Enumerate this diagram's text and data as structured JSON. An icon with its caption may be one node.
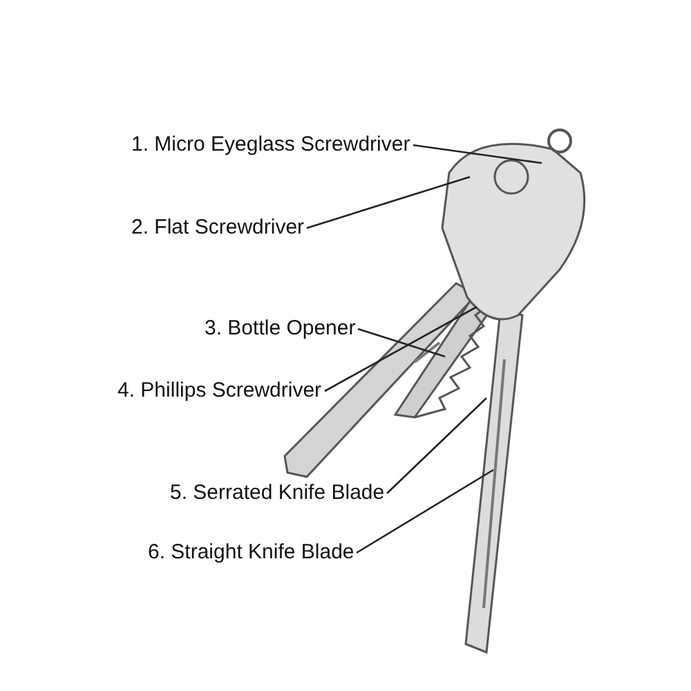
{
  "diagram": {
    "nodes": [
      {
        "text": [
          "1. Micro Eyeglass Screwdriver"
        ]
      },
      {
        "text": [
          "2. Flat Screwdriver"
        ]
      },
      {
        "text": [
          "3. Bottle Opener"
        ]
      },
      {
        "text": [
          "4. Phillips Screwdriver"
        ]
      },
      {
        "text": [
          "5. Serrated Knife Blade"
        ]
      },
      {
        "text": [
          "6. Straight Knife Blade"
        ]
      }
    ],
    "edges": [
      {
        "from": 0,
        "to": null,
        "arrow": "none"
      },
      {
        "from": 1,
        "to": null,
        "arrow": "none"
      },
      {
        "from": 2,
        "to": null,
        "arrow": "none"
      },
      {
        "from": 3,
        "to": null,
        "arrow": "none"
      },
      {
        "from": 4,
        "to": null,
        "arrow": "none"
      },
      {
        "from": 5,
        "to": null,
        "arrow": "none"
      }
    ]
  }
}
